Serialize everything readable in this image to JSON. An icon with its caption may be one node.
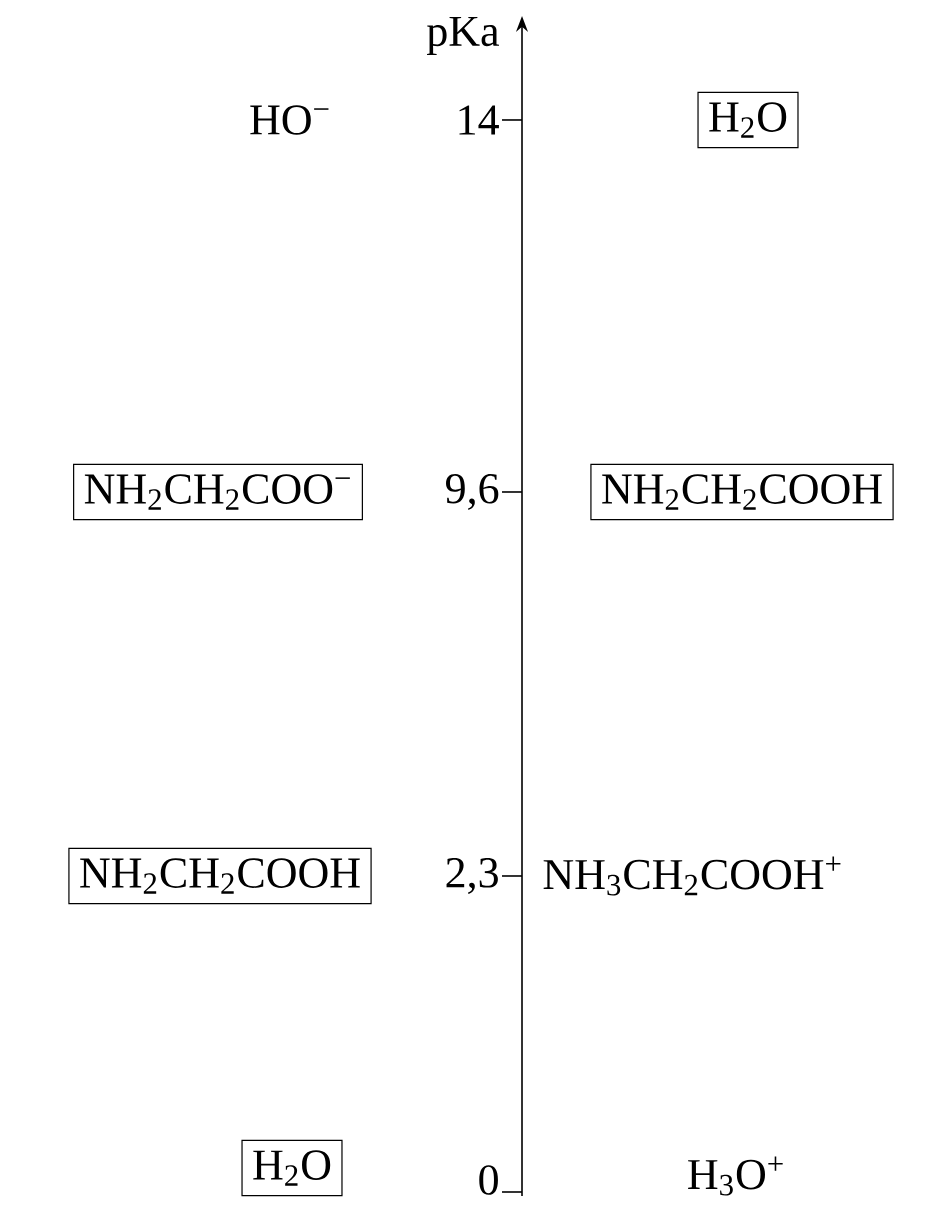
{
  "diagram": {
    "nodes": [
      {
        "text": [
          "H$_{2}$O"
        ]
      },
      {
        "text": [
          "NH$_{2}$CH$_{2}$COO$^{−}$"
        ]
      },
      {
        "text": [
          "NH$_{2}$CH$_{2}$COOH"
        ]
      },
      {
        "text": [
          "NH$_{2}$CH$_{2}$COOH"
        ]
      },
      {
        "text": [
          "H$_{2}$O"
        ]
      }
    ],
    "labels": [
      "pKa",
      "HO$^{−}$",
      "14",
      "9,6",
      "2,3",
      "NH$_{3}$CH$_{2}$COOH$^{+}$",
      "0",
      "H$_{3}$O$^{+}$"
    ]
  }
}
